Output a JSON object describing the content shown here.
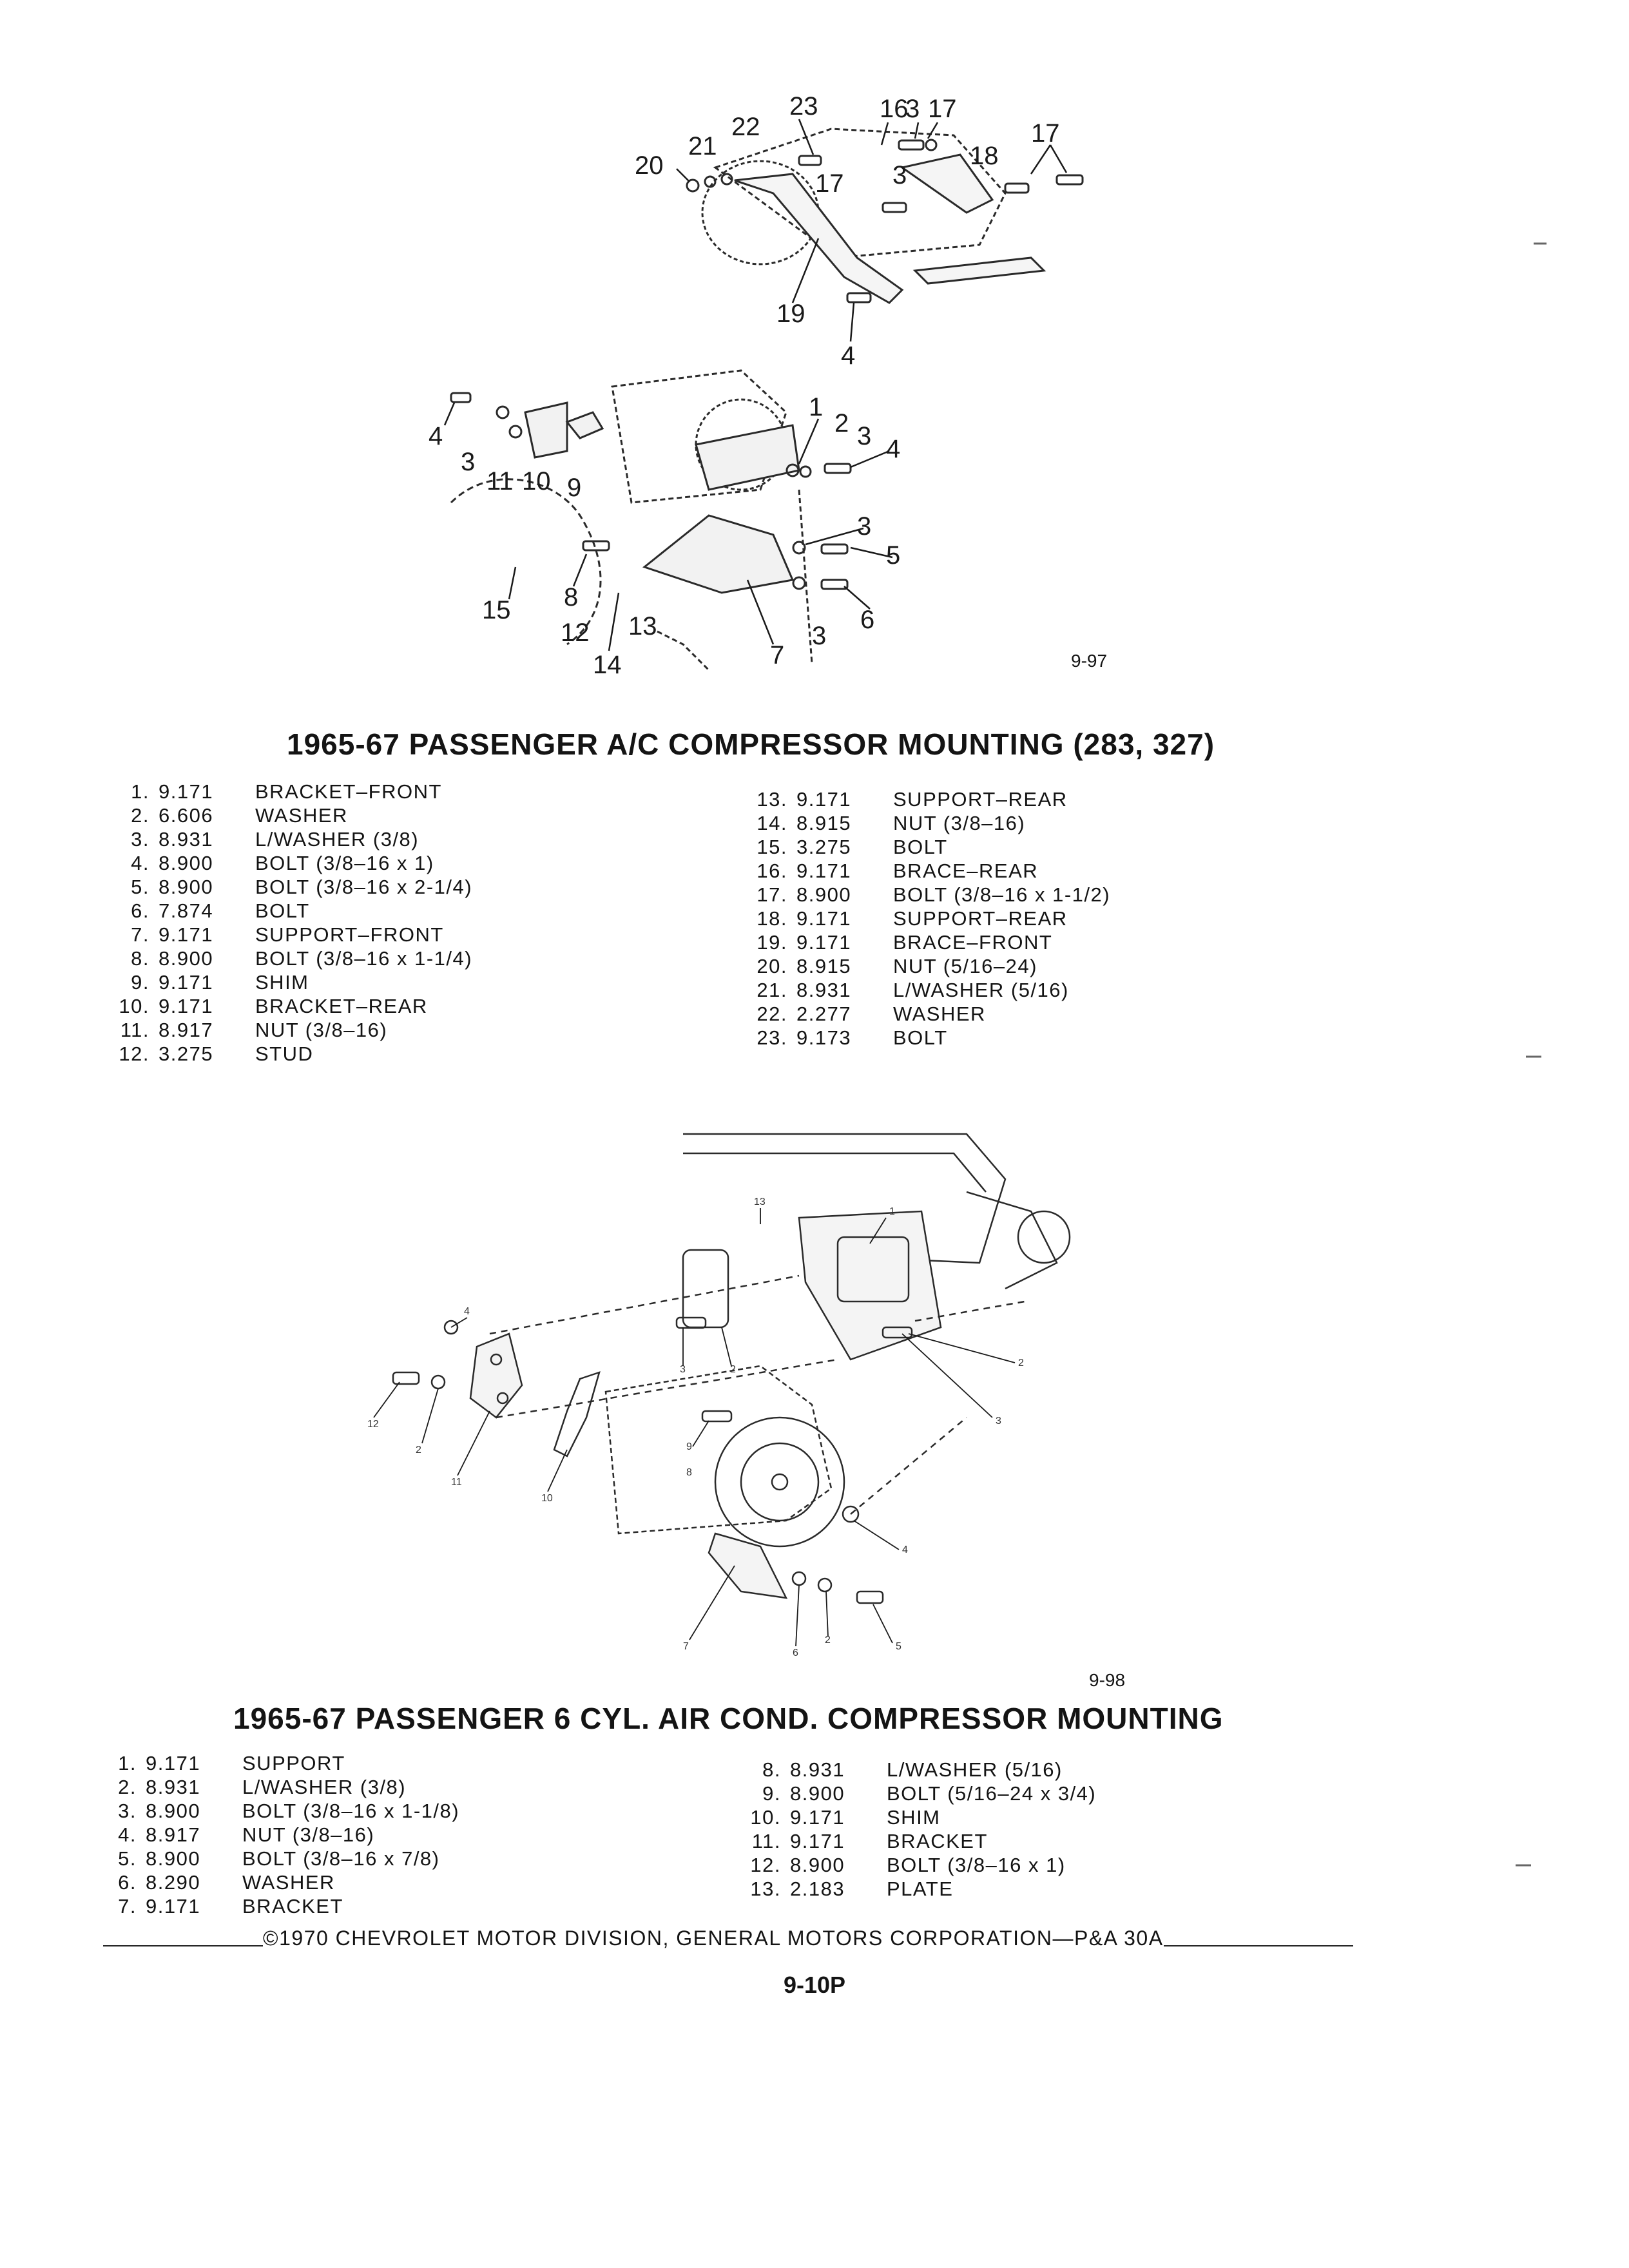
{
  "figure1": {
    "fig_number": "9-97",
    "title": "1965-67 PASSENGER A/C COMPRESSOR MOUNTING (283, 327)",
    "parts_left": [
      {
        "num": "1.",
        "code": "9.171",
        "desc": "BRACKET–FRONT"
      },
      {
        "num": "2.",
        "code": "6.606",
        "desc": "WASHER"
      },
      {
        "num": "3.",
        "code": "8.931",
        "desc": "L/WASHER (3/8)"
      },
      {
        "num": "4.",
        "code": "8.900",
        "desc": "BOLT (3/8–16 x 1)"
      },
      {
        "num": "5.",
        "code": "8.900",
        "desc": "BOLT (3/8–16 x 2-1/4)"
      },
      {
        "num": "6.",
        "code": "7.874",
        "desc": "BOLT"
      },
      {
        "num": "7.",
        "code": "9.171",
        "desc": "SUPPORT–FRONT"
      },
      {
        "num": "8.",
        "code": "8.900",
        "desc": "BOLT (3/8–16 x 1-1/4)"
      },
      {
        "num": "9.",
        "code": "9.171",
        "desc": "SHIM"
      },
      {
        "num": "10.",
        "code": "9.171",
        "desc": "BRACKET–REAR"
      },
      {
        "num": "11.",
        "code": "8.917",
        "desc": "NUT (3/8–16)"
      },
      {
        "num": "12.",
        "code": "3.275",
        "desc": "STUD"
      }
    ],
    "parts_right": [
      {
        "num": "13.",
        "code": "9.171",
        "desc": "SUPPORT–REAR"
      },
      {
        "num": "14.",
        "code": "8.915",
        "desc": "NUT (3/8–16)"
      },
      {
        "num": "15.",
        "code": "3.275",
        "desc": "BOLT"
      },
      {
        "num": "16.",
        "code": "9.171",
        "desc": "BRACE–REAR"
      },
      {
        "num": "17.",
        "code": "8.900",
        "desc": "BOLT (3/8–16 x 1-1/2)"
      },
      {
        "num": "18.",
        "code": "9.171",
        "desc": "SUPPORT–REAR"
      },
      {
        "num": "19.",
        "code": "9.171",
        "desc": "BRACE–FRONT"
      },
      {
        "num": "20.",
        "code": "8.915",
        "desc": "NUT (5/16–24)"
      },
      {
        "num": "21.",
        "code": "8.931",
        "desc": "L/WASHER (5/16)"
      },
      {
        "num": "22.",
        "code": "2.277",
        "desc": "WASHER"
      },
      {
        "num": "23.",
        "code": "9.173",
        "desc": "BOLT"
      }
    ]
  },
  "figure2": {
    "fig_number": "9-98",
    "title": "1965-67 PASSENGER 6 CYL. AIR COND. COMPRESSOR MOUNTING",
    "parts_left": [
      {
        "num": "1.",
        "code": "9.171",
        "desc": "SUPPORT"
      },
      {
        "num": "2.",
        "code": "8.931",
        "desc": "L/WASHER (3/8)"
      },
      {
        "num": "3.",
        "code": "8.900",
        "desc": "BOLT (3/8–16 x 1-1/8)"
      },
      {
        "num": "4.",
        "code": "8.917",
        "desc": "NUT (3/8–16)"
      },
      {
        "num": "5.",
        "code": "8.900",
        "desc": "BOLT (3/8–16 x 7/8)"
      },
      {
        "num": "6.",
        "code": "8.290",
        "desc": "WASHER"
      },
      {
        "num": "7.",
        "code": "9.171",
        "desc": "BRACKET"
      }
    ],
    "parts_right": [
      {
        "num": "8.",
        "code": "8.931",
        "desc": "L/WASHER (5/16)"
      },
      {
        "num": "9.",
        "code": "8.900",
        "desc": "BOLT (5/16–24 x 3/4)"
      },
      {
        "num": "10.",
        "code": "9.171",
        "desc": "SHIM"
      },
      {
        "num": "11.",
        "code": "9.171",
        "desc": "BRACKET"
      },
      {
        "num": "12.",
        "code": "8.900",
        "desc": "BOLT (3/8–16 x 1)"
      },
      {
        "num": "13.",
        "code": "2.183",
        "desc": "PLATE"
      }
    ]
  },
  "footer": {
    "copyright": "©1970 CHEVROLET MOTOR DIVISION, GENERAL MOTORS CORPORATION—P&A 30A",
    "page_number": "9-10P"
  },
  "callouts": {
    "fig1_upper": [
      "23",
      "16",
      "3",
      "17",
      "22",
      "21",
      "20",
      "18",
      "17",
      "17",
      "3",
      "19",
      "4"
    ],
    "fig1_lower": [
      "4",
      "3",
      "11",
      "10",
      "9",
      "1",
      "2",
      "3",
      "4",
      "3",
      "5",
      "8",
      "6",
      "12",
      "13",
      "3",
      "15",
      "14",
      "7"
    ],
    "fig2": [
      "13",
      "1",
      "4",
      "12",
      "2",
      "11",
      "10",
      "3",
      "2",
      "9",
      "8",
      "2",
      "3",
      "4",
      "6",
      "2",
      "5",
      "7"
    ]
  }
}
